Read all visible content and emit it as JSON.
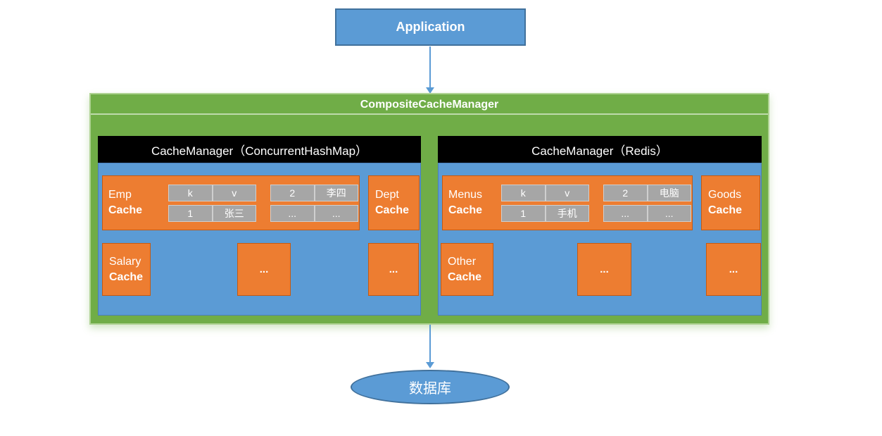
{
  "colors": {
    "node_blue": "#5B9BD5",
    "node_blue_border": "#41719C",
    "container_green": "#70AD47",
    "container_green_border": "#AED292",
    "cache_orange": "#ED7D31",
    "header_black": "#000000",
    "cell_gray": "#A6A6A6",
    "text_white": "#FFFFFF"
  },
  "application": {
    "label": "Application"
  },
  "composite": {
    "title": "CompositeCacheManager",
    "managers": [
      {
        "title": "CacheManager（ConcurrentHashMap）",
        "main_cache": {
          "line1": "Emp",
          "line2": "Cache",
          "table1": [
            [
              "k",
              "v"
            ],
            [
              "1",
              "张三"
            ]
          ],
          "table2": [
            [
              "2",
              "李四"
            ],
            [
              "...",
              "..."
            ]
          ]
        },
        "side_cache": {
          "line1": "Dept",
          "line2": "Cache"
        },
        "bottom_cache": {
          "line1": "Salary",
          "line2": "Cache"
        },
        "dots": [
          "...",
          "..."
        ]
      },
      {
        "title": "CacheManager（Redis）",
        "main_cache": {
          "line1": "Menus",
          "line2": "Cache",
          "table1": [
            [
              "k",
              "v"
            ],
            [
              "1",
              "手机"
            ]
          ],
          "table2": [
            [
              "2",
              "电脑"
            ],
            [
              "...",
              "..."
            ]
          ]
        },
        "side_cache": {
          "line1": "Goods",
          "line2": "Cache"
        },
        "bottom_cache": {
          "line1": "Other",
          "line2": "Cache"
        },
        "dots": [
          "...",
          "..."
        ]
      }
    ]
  },
  "database": {
    "label": "数据库"
  }
}
